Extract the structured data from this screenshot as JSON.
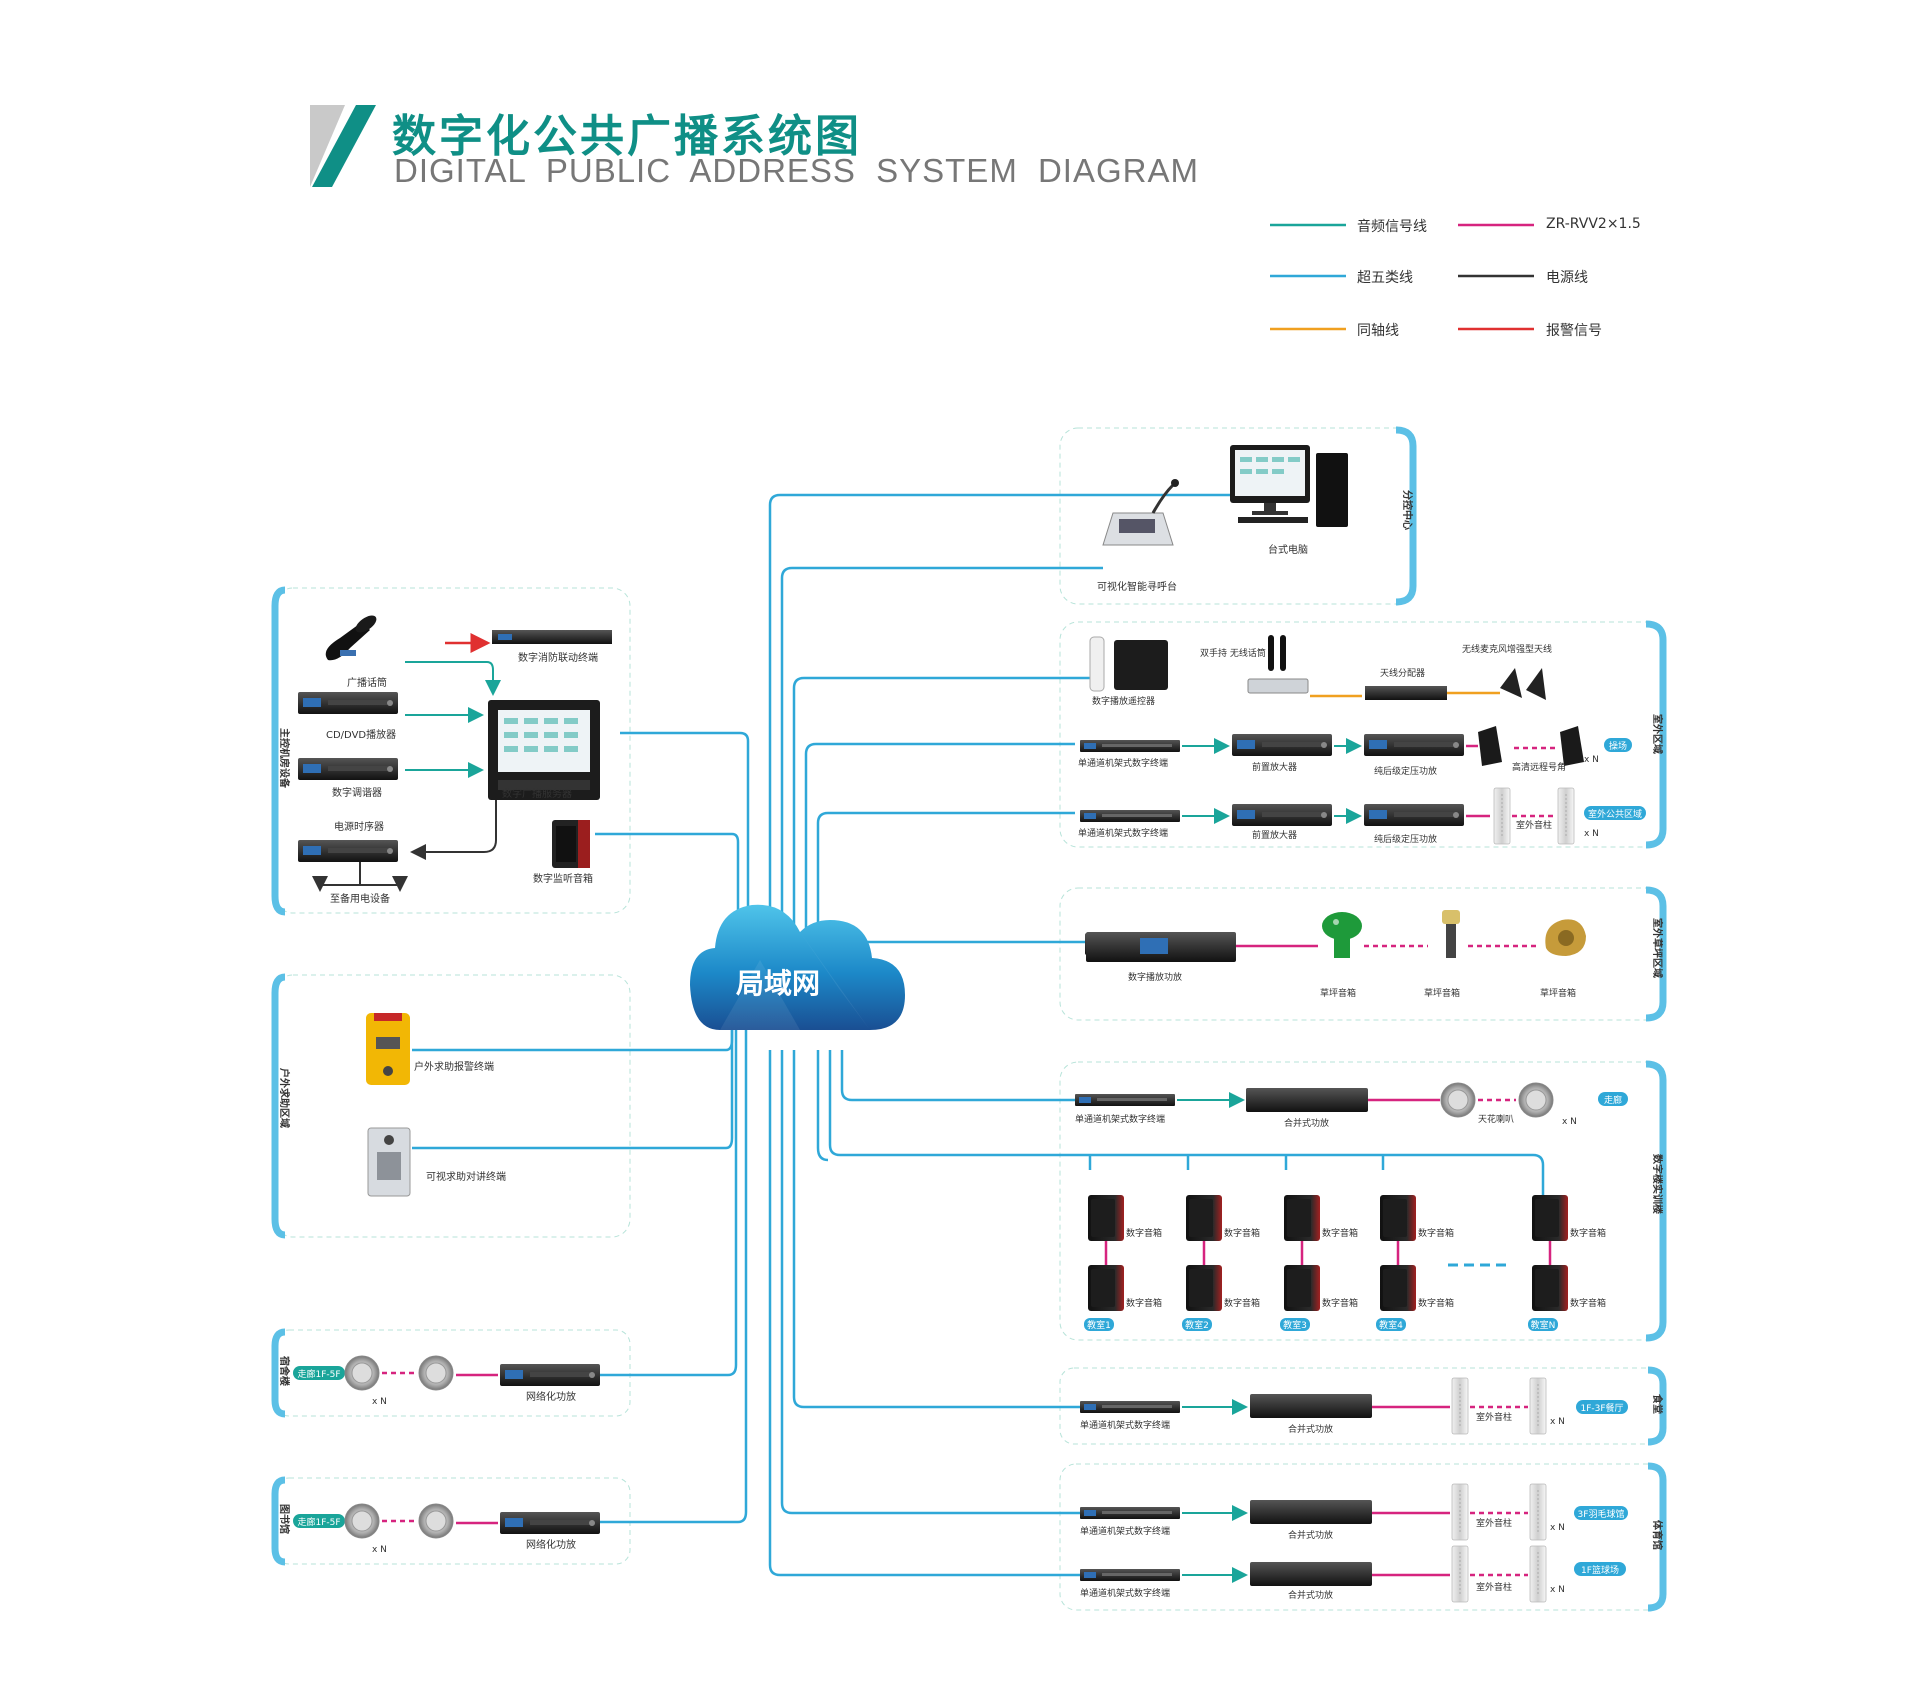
{
  "title": {
    "cn": "数字化公共广播系统图",
    "en": "DIGITAL  PUBLIC  ADDRESS  SYSTEM  DIAGRAM"
  },
  "legend": [
    {
      "label": "音频信号线",
      "color": "#1aa59a"
    },
    {
      "label": "ZR-RVV2×1.5",
      "color": "#d6247f"
    },
    {
      "label": "超五类线",
      "color": "#2fa8d8"
    },
    {
      "label": "电源线",
      "color": "#333333"
    },
    {
      "label": "同轴线",
      "color": "#f0a020"
    },
    {
      "label": "报警信号",
      "color": "#e03030"
    }
  ],
  "cloud": {
    "label": "局域网"
  },
  "zones": {
    "main_room": "主控机房设备",
    "outdoor_help": "户外求助区域",
    "dorm": "宿舍楼",
    "library": "图书馆",
    "sub_control": "分控中心",
    "outdoor_area": "室外区域",
    "lawn": "室外草坪区域",
    "teaching": "数字楼实训楼",
    "canteen": "食堂",
    "gym": "体育馆"
  },
  "devices": {
    "mic": "广播话筒",
    "cd": "CD/DVD播放器",
    "tuner": "数字调谐器",
    "seq": "电源时序器",
    "spare": "至备用电设备",
    "fire": "数字消防联动终端",
    "server": "数字广播服务器",
    "monitor": "数字监听音箱",
    "help1": "户外求助报警终端",
    "help2": "可视求助对讲终端",
    "net_amp": "网络化功放",
    "pc": "台式电脑",
    "paging": "可视化智能寻呼台",
    "remote": "数字播放遥控器",
    "handheld": "双手持\n无线话筒",
    "splitter": "天线分配器",
    "antenna": "无线麦克风增强型天线",
    "terminal": "单通道机架式数字终端",
    "preamp": "前置放大器",
    "poweramp": "纯后级定压功放",
    "horn": "高清远程号角",
    "column": "室外音柱",
    "digi_amp": "数字播放功放",
    "lawn_spk": "草坪音箱",
    "mixamp": "合并式功放",
    "ceiling": "天花喇叭",
    "digi_spk": "数字音箱",
    "xn": "x N"
  },
  "tags": {
    "dorm": "走廊1F-5F",
    "library": "走廊1F-5F",
    "playground": "操场",
    "public": "室外公共区域",
    "corridor": "走廊",
    "canteen": "1F-3F餐厅",
    "badminton": "3F羽毛球馆",
    "basketball": "1F篮球场",
    "classrooms": [
      "教室1",
      "教室2",
      "教室3",
      "教室4",
      "教室N"
    ]
  },
  "colors": {
    "teal": "#1aa59a",
    "blue": "#2fa8d8",
    "magenta": "#d6247f",
    "red": "#e03030",
    "orange": "#f0a020",
    "black": "#333333",
    "zone_bar": "#5cc0e6"
  }
}
